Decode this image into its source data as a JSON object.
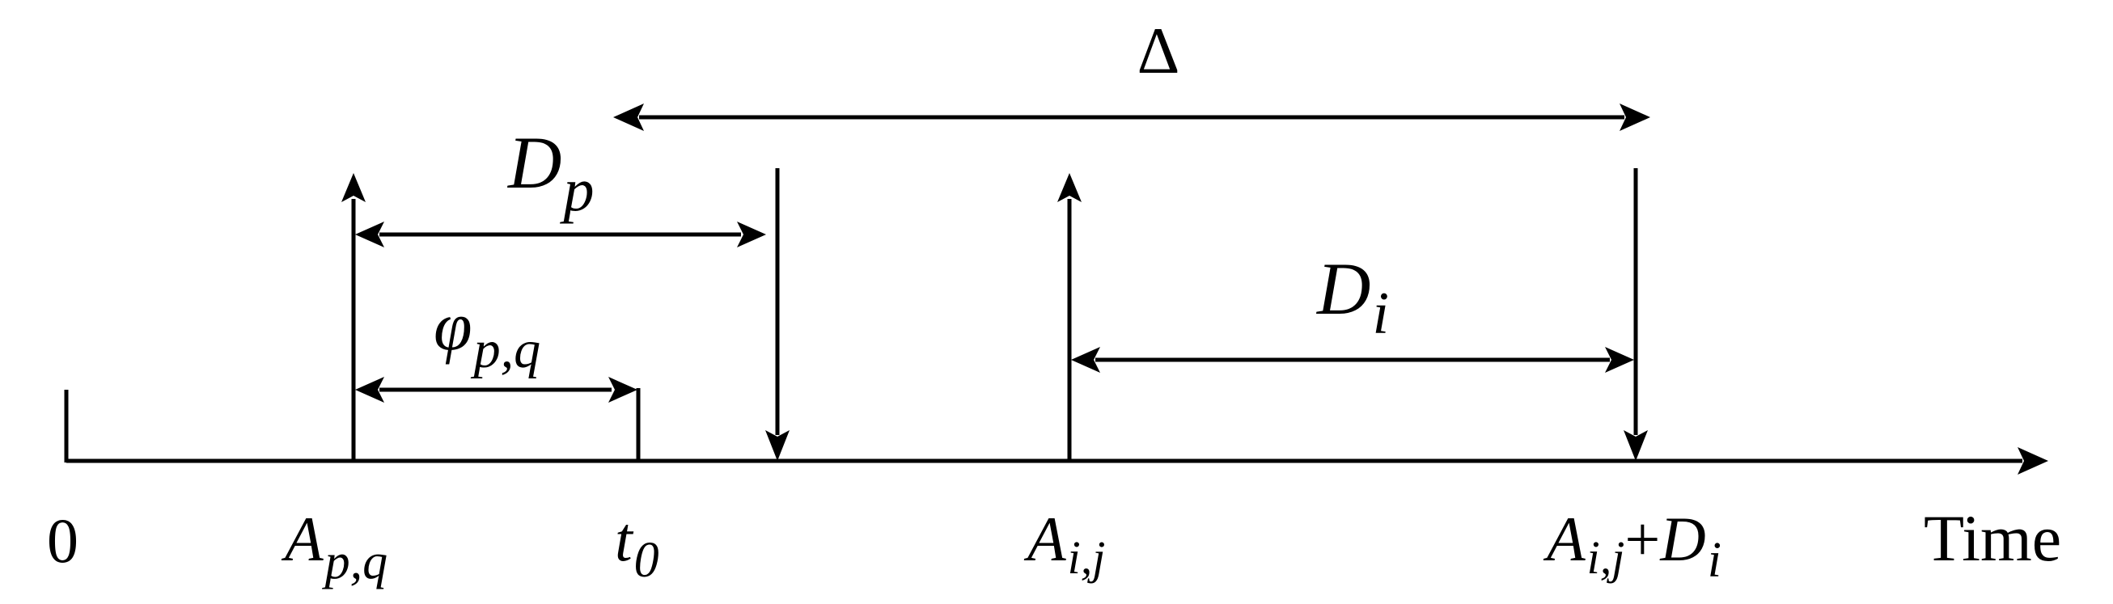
{
  "colors": {
    "background": "#ffffff",
    "ink": "#000000"
  },
  "axis": {
    "label": "Time",
    "origin": "0"
  },
  "labels": {
    "delta": "Δ",
    "dp_main": "D",
    "dp_sub": "p",
    "phi_main": "φ",
    "phi_sub": "p,q",
    "di_main": "D",
    "di_sub": "i",
    "apq_main": "A",
    "apq_sub": "p,q",
    "t0_main": "t",
    "t0_sub": "0",
    "aij_main": "A",
    "aij_sub": "i,j",
    "aijdi_main": "A",
    "aijdi_sub": "i,j",
    "aijdi_plus": "+",
    "aijdi_main2": "D",
    "aijdi_sub2": "i"
  }
}
